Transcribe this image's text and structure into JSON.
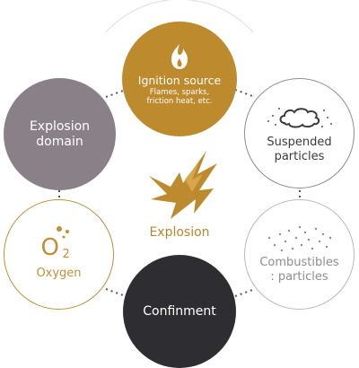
{
  "ignition": {
    "title": "Ignition source",
    "subtitle": "Flames, sparks, friction heat, etc.",
    "icon": "flame-icon"
  },
  "domain": {
    "label": "Explosion domain"
  },
  "suspended": {
    "label": "Suspended particles",
    "icon": "dust-cloud-icon"
  },
  "oxygen": {
    "formula_letter": "O",
    "formula_subscript": "2",
    "label": "Oxygen",
    "icon": "bubbles-icon"
  },
  "combustibles": {
    "label": "Combustibles : particles",
    "icon": "particles-icon"
  },
  "confinement": {
    "label": "Confinment"
  },
  "center": {
    "label": "Explosion",
    "icon": "explosion-burst-icon"
  },
  "colors": {
    "gold": "#bd8a2d",
    "mauve": "#8a8088",
    "charcoal": "#2e2d31",
    "grey_outline": "#8c8c8c"
  }
}
